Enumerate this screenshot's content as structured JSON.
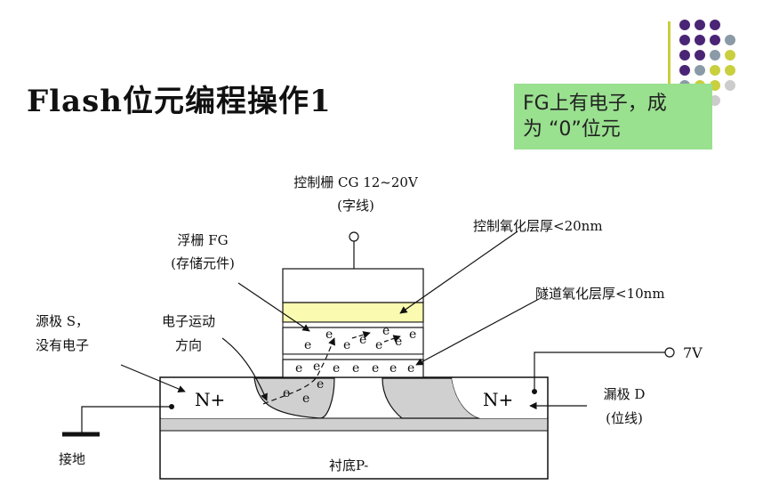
{
  "title": "Flash位元编程操作1",
  "callout": {
    "line1": "FG上有电子，成",
    "line2": "为 “0”位元"
  },
  "labels": {
    "cg_line1": "控制栅 CG  12~20V",
    "cg_line2": "(字线)",
    "fg_line1": "浮栅 FG",
    "fg_line2": "(存储元件)",
    "ctrl_oxide": "控制氧化层厚<20nm",
    "tunnel_oxide": "隧道氧化层厚<10nm",
    "source_line1": "源极 S，",
    "source_line2": "没有电子",
    "motion_line1": "电子运动",
    "motion_line2": "方向",
    "drain_voltage": "7V",
    "drain_line1": "漏极 D",
    "drain_line2": "(位线)",
    "ground": "接地",
    "substrate": "衬底P-",
    "n_plus_left": "N+",
    "n_plus_right": "N+",
    "electron": "e"
  },
  "colors": {
    "callout_bg": "#99e08f",
    "control_gate": "#fafab0",
    "nwell": "#d0d0d0",
    "dot_purple": "#4a2575",
    "dot_gray": "#8a9aa6",
    "dot_yellow": "#c9cf3e",
    "dot_light": "#cccccc",
    "bar": "#c9cf3e"
  }
}
